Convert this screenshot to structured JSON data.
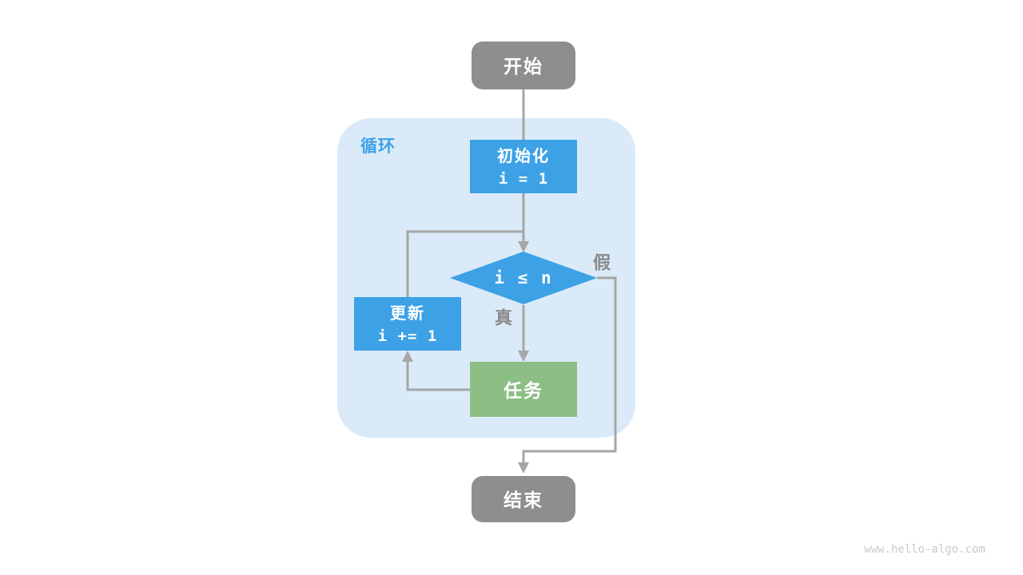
{
  "colors": {
    "background": "#ffffff",
    "terminal_fill": "#8e8e8e",
    "process_fill": "#3da1e6",
    "task_fill": "#8cbe86",
    "loop_container_fill": "#daeaf8",
    "connector": "#a6a6a6",
    "edge_label": "#8a8a8a",
    "loop_label": "#3da1e6",
    "node_text": "#ffffff",
    "watermark": "#c9c9c9"
  },
  "flowchart": {
    "loop_container_label": "循环",
    "nodes": {
      "start": {
        "label": "开始"
      },
      "init": {
        "label": "初始化",
        "code": "i = 1"
      },
      "condition": {
        "expression": "i ≤ n"
      },
      "update": {
        "label": "更新",
        "code": "i += 1"
      },
      "task": {
        "label": "任务"
      },
      "end": {
        "label": "结束"
      }
    },
    "edge_labels": {
      "true": "真",
      "false": "假"
    }
  },
  "watermark": "www.hello-algo.com"
}
